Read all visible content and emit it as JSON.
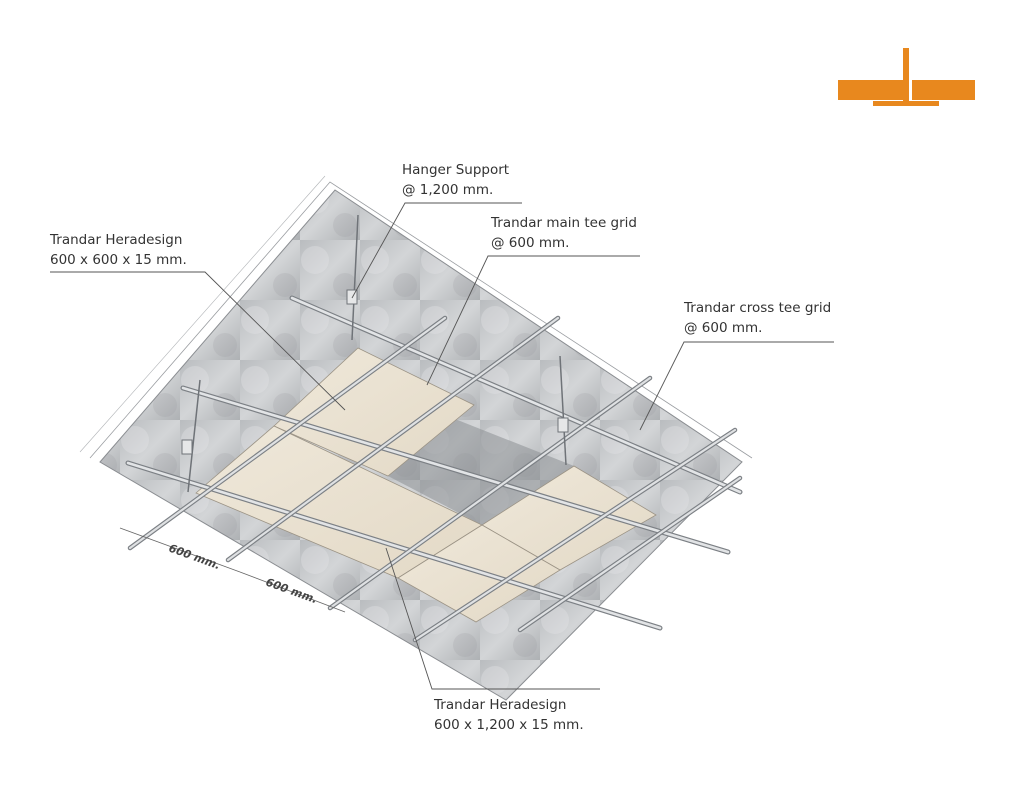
{
  "logo": {
    "icon": "tee-profile-icon",
    "color": "#e8881e"
  },
  "labels": {
    "hanger": {
      "line1": "Hanger Support",
      "line2": "@ 1,200 mm."
    },
    "main_tee": {
      "line1": "Trandar main tee grid",
      "line2": "@ 600 mm."
    },
    "panel_small": {
      "line1": "Trandar Heradesign",
      "line2": "600 x 600 x 15 mm."
    },
    "cross_tee": {
      "line1": "Trandar cross tee grid",
      "line2": "@ 600 mm."
    },
    "panel_large": {
      "line1": "Trandar Heradesign",
      "line2": "600 x 1,200 x 15 mm."
    }
  },
  "dimensions": {
    "d1": "600 mm.",
    "d2": "600 mm."
  },
  "colors": {
    "slab": "#c4c6c8",
    "slab_dark": "#9fa2a5",
    "panel": "#ebe3d4",
    "grid": "#d9dcdf",
    "grid_edge": "#7c8085",
    "leader": "#555555"
  }
}
